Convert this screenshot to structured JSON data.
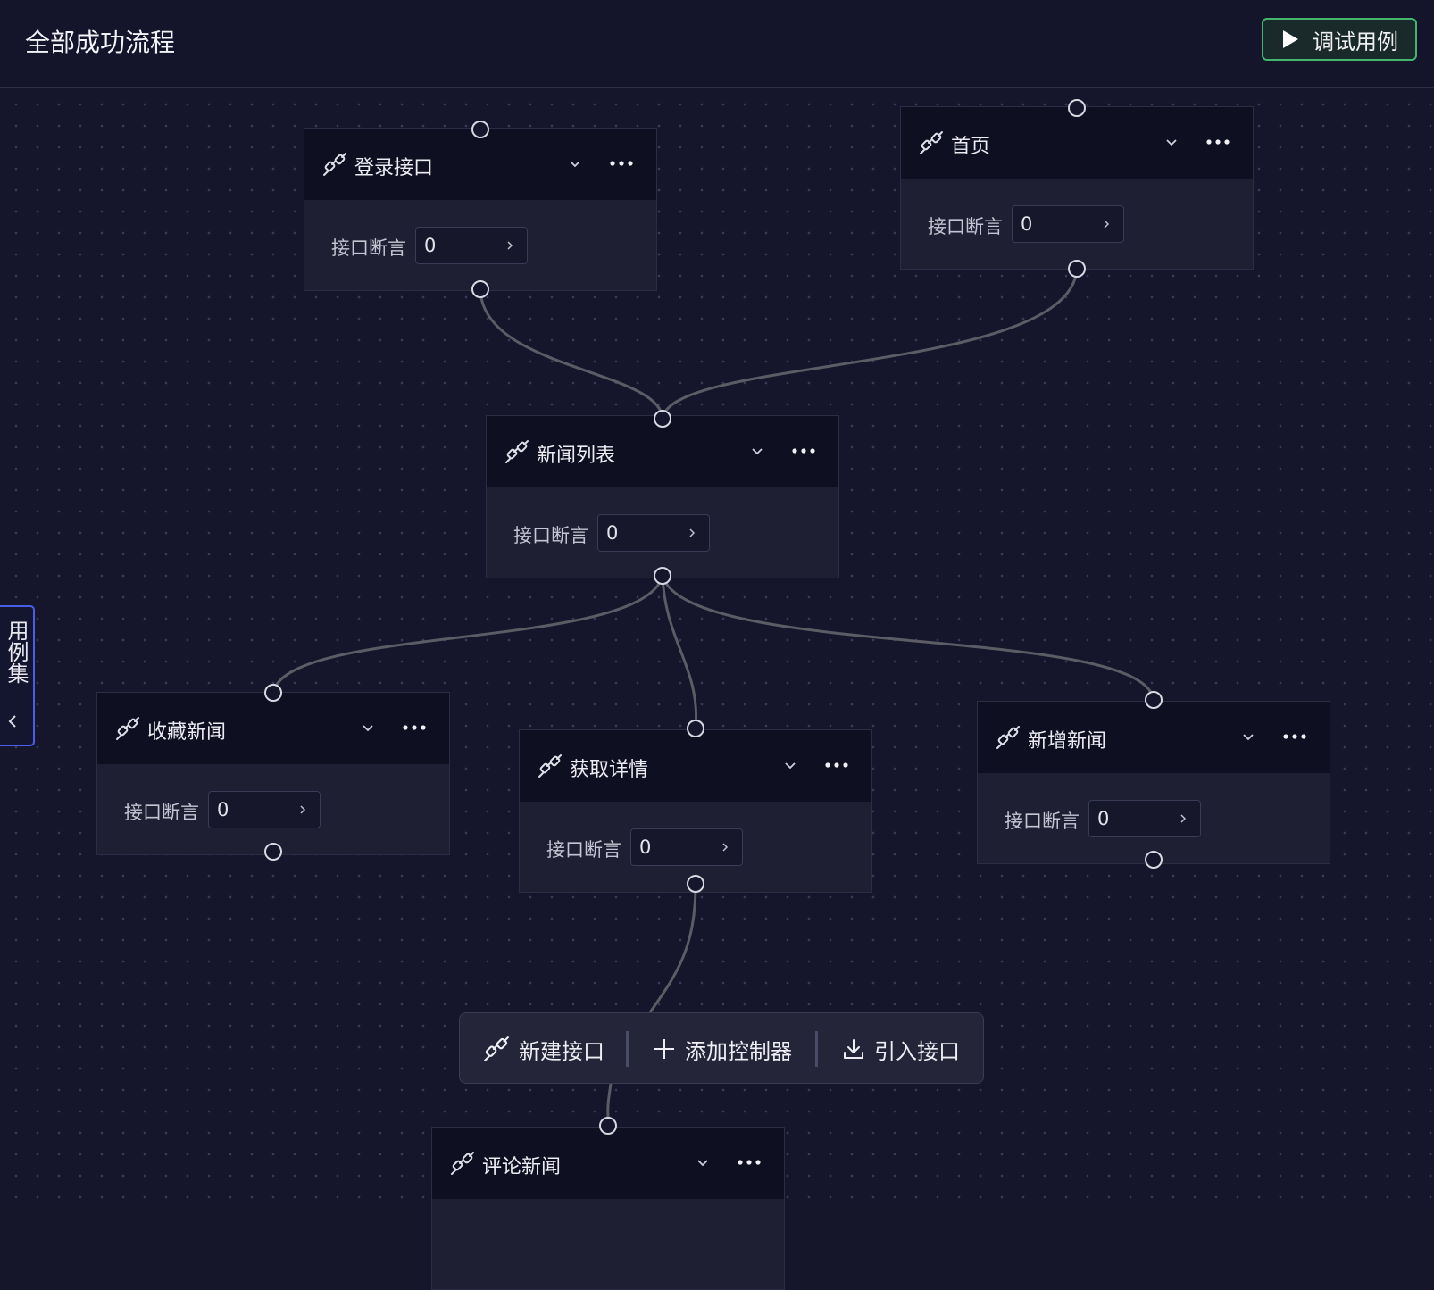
{
  "header": {
    "title": "全部成功流程",
    "debug_button": "调试用例"
  },
  "side_panel": {
    "label": "用例集"
  },
  "nodes": [
    {
      "id": "login",
      "title": "登录接口",
      "assert_label": "接口断言",
      "assert_value": "0"
    },
    {
      "id": "home",
      "title": "首页",
      "assert_label": "接口断言",
      "assert_value": "0"
    },
    {
      "id": "newslist",
      "title": "新闻列表",
      "assert_label": "接口断言",
      "assert_value": "0"
    },
    {
      "id": "collect",
      "title": "收藏新闻",
      "assert_label": "接口断言",
      "assert_value": "0"
    },
    {
      "id": "detail",
      "title": "获取详情",
      "assert_label": "接口断言",
      "assert_value": "0"
    },
    {
      "id": "addnews",
      "title": "新增新闻",
      "assert_label": "接口断言",
      "assert_value": "0"
    },
    {
      "id": "comment",
      "title": "评论新闻",
      "assert_label": "",
      "assert_value": ""
    }
  ],
  "toolbar": {
    "new_api": "新建接口",
    "add_controller": "添加控制器",
    "import_api": "引入接口"
  },
  "icons": {
    "node": "link-icon",
    "play": "play-icon",
    "chevron": "chevron-down-icon",
    "more": "more-icon"
  },
  "colors": {
    "background": "#16162b",
    "node_header": "#0f0f22",
    "node_body": "#1e1f33",
    "edge": "#5c5c66",
    "debug_border": "#43b56f",
    "side_tab_border": "#4a5ee8"
  }
}
